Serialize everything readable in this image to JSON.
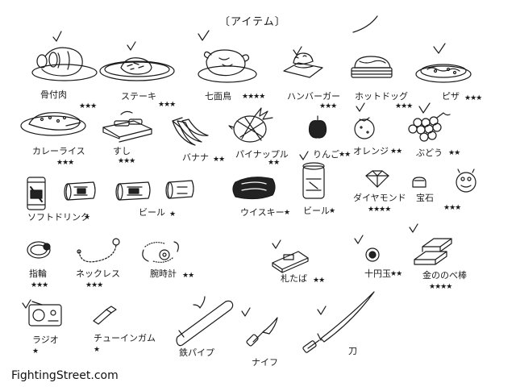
{
  "title": "〔アイテム〕",
  "watermark": "FightingStreet.com",
  "items": [
    {
      "id": "hone-tsuki-niku",
      "label": "骨付肉",
      "stars": "★★★"
    },
    {
      "id": "steak",
      "label": "ステーキ",
      "stars": "★★★"
    },
    {
      "id": "shichimencho",
      "label": "七面鳥",
      "stars": "★★★★"
    },
    {
      "id": "hamburger",
      "label": "ハンバーガー",
      "stars": "★★★"
    },
    {
      "id": "hotdog",
      "label": "ホットドッグ",
      "stars": "★★★"
    },
    {
      "id": "pizza",
      "label": "ピザ",
      "stars": "★★★"
    },
    {
      "id": "curry-rice",
      "label": "カレーライス",
      "stars": "★★★"
    },
    {
      "id": "sushi",
      "label": "すし",
      "stars": "★★★"
    },
    {
      "id": "banana",
      "label": "バナナ",
      "stars": "★★"
    },
    {
      "id": "pineapple",
      "label": "パイナップル",
      "stars": "★★"
    },
    {
      "id": "apple",
      "label": "りんご",
      "stars": "★★"
    },
    {
      "id": "orange",
      "label": "オレンジ",
      "stars": "★★"
    },
    {
      "id": "grapes",
      "label": "ぶどう",
      "stars": "★★"
    },
    {
      "id": "soft-drink",
      "label": "ソフトドリンク",
      "stars": "★"
    },
    {
      "id": "beer-can",
      "label": "ビール",
      "stars": "★"
    },
    {
      "id": "whiskey",
      "label": "ウイスキー",
      "stars": "★"
    },
    {
      "id": "beer-bottle",
      "label": "ビール",
      "stars": "★"
    },
    {
      "id": "diamond",
      "label": "ダイヤモンド",
      "stars": "★★★★"
    },
    {
      "id": "houseki",
      "label": "宝石",
      "stars": "★★★"
    },
    {
      "id": "ring",
      "label": "指輪",
      "stars": "★★★"
    },
    {
      "id": "necklace",
      "label": "ネックレス",
      "stars": "★★★"
    },
    {
      "id": "watch",
      "label": "腕時計",
      "stars": "★★"
    },
    {
      "id": "money",
      "label": "札たば",
      "stars": "★★"
    },
    {
      "id": "coin",
      "label": "十円玉",
      "stars": "★★"
    },
    {
      "id": "gold-bar",
      "label": "金ののべ棒",
      "stars": "★★★★"
    },
    {
      "id": "radio",
      "label": "ラジオ",
      "stars": "★"
    },
    {
      "id": "chewing-gum",
      "label": "チューインガム",
      "stars": "★"
    },
    {
      "id": "pipe",
      "label": "鉄パイプ",
      "stars": ""
    },
    {
      "id": "knife",
      "label": "ナイフ",
      "stars": ""
    },
    {
      "id": "katana",
      "label": "刀",
      "stars": ""
    }
  ]
}
